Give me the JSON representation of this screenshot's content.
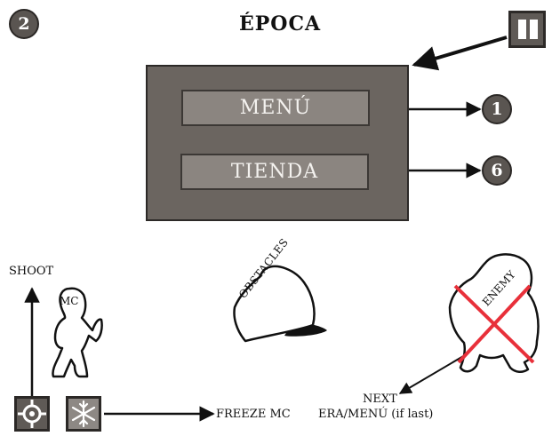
{
  "header": {
    "step_badge": "2",
    "title": "ÉPOCA"
  },
  "panel": {
    "menu_label": "MENÚ",
    "shop_label": "TIENDA",
    "menu_target_badge": "1",
    "shop_target_badge": "6"
  },
  "controls": {
    "shoot_label": "SHOOT",
    "mc_label": "MC",
    "freeze_label": "FREEZE MC"
  },
  "scene": {
    "obstacles_label": "OBSTACLES",
    "enemy_label": "ENEMY",
    "next_label_line1": "NEXT",
    "next_label_line2": "ERA/MENÚ (if last)"
  },
  "colors": {
    "panel": "#6b6560",
    "button": "#8b8580",
    "badge": "#5a5551",
    "cross": "#e8303a"
  },
  "icons": [
    "pause-icon",
    "crosshair-icon",
    "snowflake-icon"
  ]
}
